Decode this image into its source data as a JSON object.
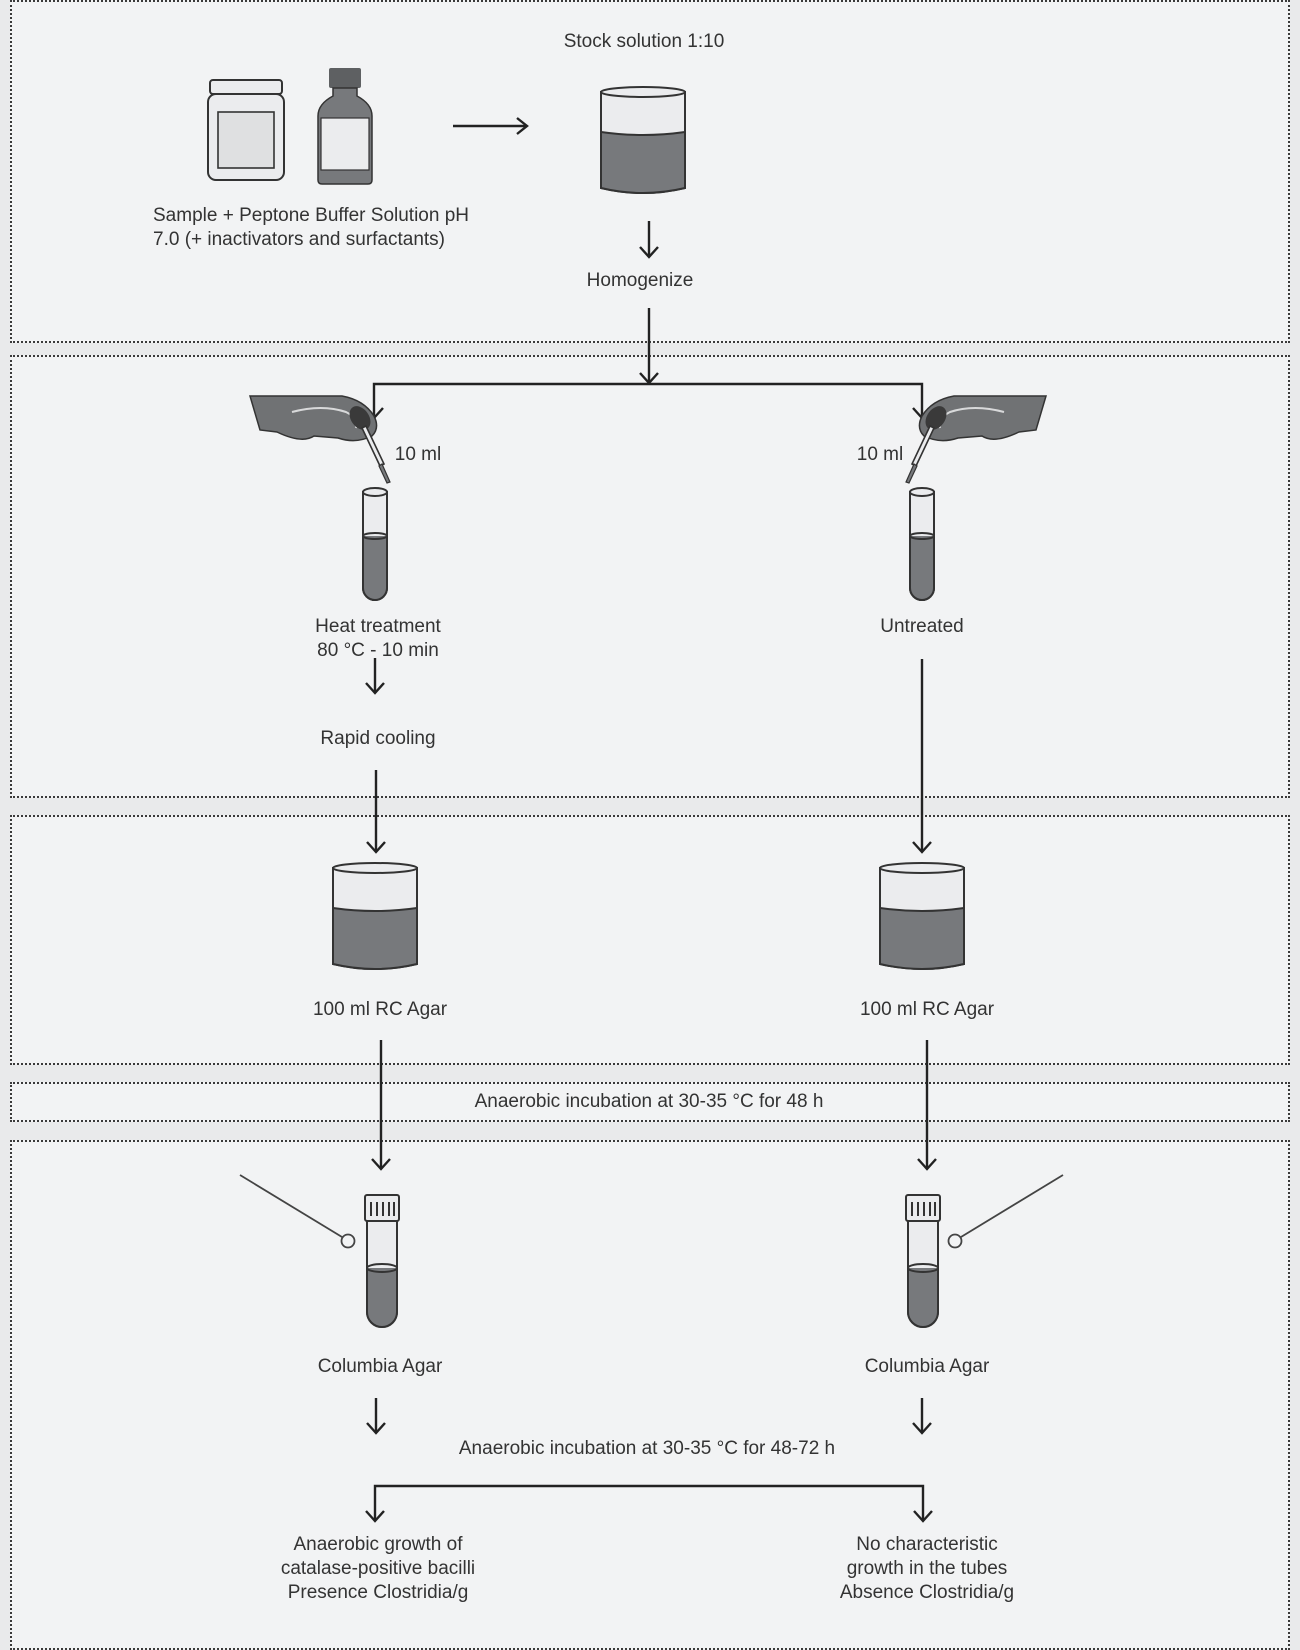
{
  "top": {
    "stock_label": "Stock solution 1:10",
    "sample_label": "Sample + Peptone Buffer Solution pH 7.0 (+ inactivators and surfactants)",
    "homogenize_label": "Homogenize"
  },
  "left_branch": {
    "volume_label": "10 ml",
    "treatment_label_1": "Heat treatment",
    "treatment_label_2": "80 °C - 10 min",
    "cooling_label": "Rapid cooling",
    "agar_label": "100 ml RC Agar",
    "streak_label": "Columbia Agar",
    "result_line_1": "Anaerobic growth of",
    "result_line_2": "catalase-positive bacilli",
    "result_line_3": "Presence Clostridia/g"
  },
  "right_branch": {
    "volume_label": "10 ml",
    "treatment_label": "Untreated",
    "agar_label": "100 ml RC Agar",
    "streak_label": "Columbia Agar",
    "result_line_1": "No characteristic",
    "result_line_2": "growth in the tubes",
    "result_line_3": "Absence Clostridia/g"
  },
  "incubation_1": "Anaerobic incubation at  30-35 °C for 48 h",
  "incubation_2": "Anaerobic incubation at  30-35 °C for 48-72 h",
  "colors": {
    "background": "#e9eaeb",
    "panel": "#f2f3f4",
    "liquid": "#77797c",
    "line": "#222222"
  }
}
